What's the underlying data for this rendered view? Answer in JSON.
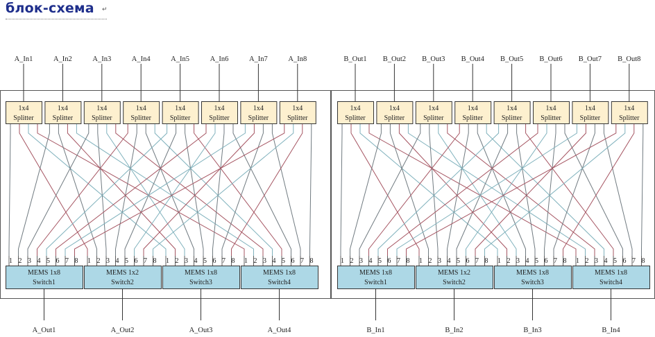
{
  "title": "блок-схема",
  "title_mark": "↵",
  "colors": {
    "title": "#1f2f8c",
    "splitter_fill": "#fdf0cf",
    "switch_fill": "#add8e6",
    "box_stroke": "#333333",
    "wire_red": "#a55461",
    "wire_gray": "#707a80",
    "wire_cyan": "#7fb1bc"
  },
  "groups": [
    {
      "name": "A",
      "inputs": [
        "A_In1",
        "A_In2",
        "A_In3",
        "A_In4",
        "A_In5",
        "A_In6",
        "A_In7",
        "A_In8"
      ],
      "outputs": [
        "A_Out1",
        "A_Out2",
        "A_Out3",
        "A_Out4"
      ],
      "switch_labels": [
        "MEMS 1x8",
        "MEMS 1x2",
        "MEMS 1x8",
        "MEMS 1x8"
      ]
    },
    {
      "name": "B",
      "inputs": [
        "B_Out1",
        "B_Out2",
        "B_Out3",
        "B_Out4",
        "B_Out5",
        "B_Out6",
        "B_Out7",
        "B_Out8"
      ],
      "outputs": [
        "B_In1",
        "B_In2",
        "B_In3",
        "B_In4"
      ],
      "switch_labels": [
        "MEMS 1x8",
        "MEMS 1x2",
        "MEMS 1x8",
        "MEMS 1x8"
      ]
    }
  ],
  "splitter": {
    "line1": "1x4",
    "line2": "Splitter"
  },
  "switch_names": [
    "Switch1",
    "Switch2",
    "Switch3",
    "Switch4"
  ],
  "port_numbers": [
    "1",
    "2",
    "3",
    "4",
    "5",
    "6",
    "7",
    "8"
  ]
}
